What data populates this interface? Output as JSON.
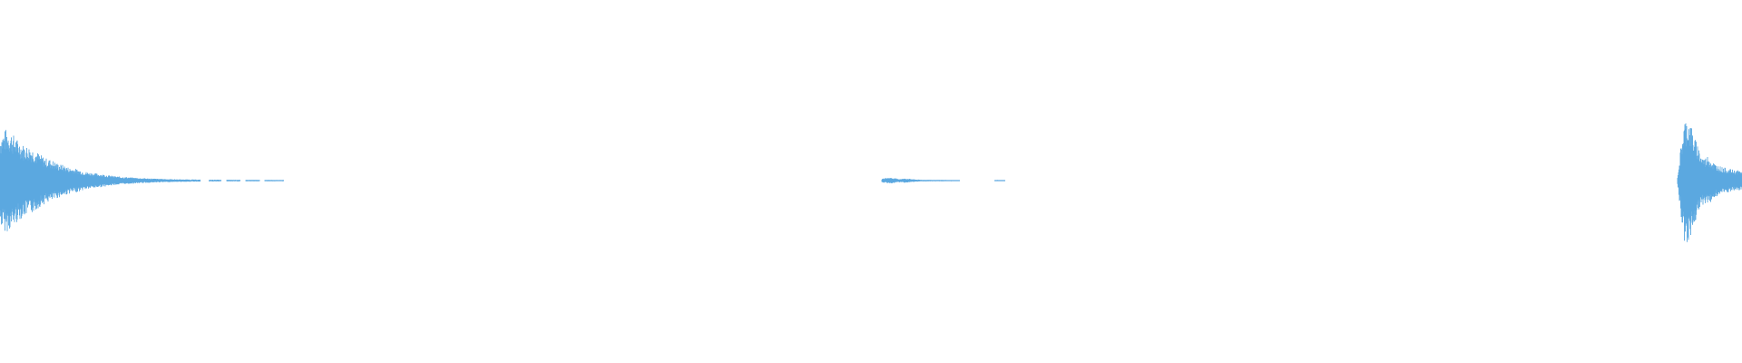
{
  "waveform": {
    "color": "#5ba8e0",
    "background": "#ffffff",
    "duration": 1.0,
    "amplitude_range": [
      -1,
      1
    ],
    "clips": [
      {
        "id": "clip-1",
        "start": 0.0,
        "end": 0.163,
        "peaks": [
          0.52,
          0.6,
          0.56,
          0.48,
          0.42,
          0.4,
          0.36,
          0.3,
          0.26,
          0.24,
          0.2,
          0.18,
          0.15,
          0.14,
          0.12,
          0.1,
          0.09,
          0.08,
          0.07,
          0.06,
          0.05,
          0.045,
          0.04,
          0.035,
          0.03,
          0.028,
          0.025,
          0.022,
          0.02,
          0.018,
          0.016,
          0.015,
          0.014,
          0.013,
          0.012,
          0.012,
          0.011,
          0.011,
          0.01,
          0.01,
          0.01,
          0.01,
          0.009,
          0.009,
          0.009,
          0.008,
          0.008,
          0.008,
          0.007,
          0.007
        ],
        "gaps": [
          [
            0.115,
            0.12
          ],
          [
            0.127,
            0.13
          ],
          [
            0.138,
            0.141
          ],
          [
            0.149,
            0.152
          ]
        ]
      },
      {
        "id": "clip-2",
        "start": 0.506,
        "end": 0.551,
        "peaks": [
          0.02,
          0.03,
          0.035,
          0.03,
          0.02,
          0.022,
          0.025,
          0.02,
          0.015,
          0.012,
          0.01,
          0.01,
          0.009,
          0.009,
          0.008,
          0.008,
          0.007,
          0.007,
          0.007,
          0.006
        ],
        "gaps": []
      },
      {
        "id": "clip-3",
        "start": 0.571,
        "end": 0.577,
        "peaks": [
          0.007,
          0.007,
          0.006,
          0.006
        ],
        "gaps": []
      },
      {
        "id": "clip-4",
        "start": 0.963,
        "end": 1.0,
        "peaks": [
          0.05,
          0.4,
          0.7,
          0.74,
          0.65,
          0.5,
          0.42,
          0.3,
          0.26,
          0.3,
          0.24,
          0.2,
          0.18,
          0.16,
          0.15,
          0.14,
          0.13,
          0.12,
          0.12,
          0.11
        ],
        "gaps": []
      }
    ]
  }
}
